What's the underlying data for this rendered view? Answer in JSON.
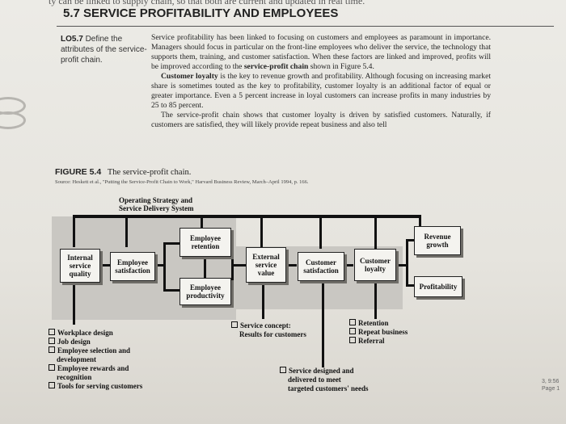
{
  "header": {
    "top_fragment": "ty can be linked to supply chain, so that both are current and updated in real time.",
    "section_title": "5.7  SERVICE PROFITABILITY AND EMPLOYEES"
  },
  "learning_objective": {
    "code": "LO5.7",
    "text": "Define the attributes of the service-profit chain."
  },
  "body": {
    "para1_lead": "Service profitability has been linked to focusing on customers and employees as paramount in importance. Managers should focus in particular on the front-line employees who deliver the service, the technology that supports them, training, and customer satisfaction. When these factors are linked and improved, profits will be improved according to the ",
    "para1_term": "service-profit chain",
    "para1_tail": " shown in Figure 5.4.",
    "para2_term": "Customer loyalty",
    "para2_text": " is the key to revenue growth and profitability. Although focusing on increasing market share is sometimes touted as the key to profitability, customer loyalty is an additional factor of equal or greater importance. Even a 5 percent increase in loyal customers can increase profits in many industries by 25 to 85 percent.",
    "para3_text": "The service-profit chain shows that customer loyalty is driven by satisfied customers. Naturally, if customers are satisfied, they will likely provide repeat business and also tell"
  },
  "figure": {
    "label": "FIGURE 5.4",
    "title": "The service-profit chain.",
    "source": "Source: Heskett et al., \"Putting the Service-Profit Chain to Work,\" Harvard Business Review, March–April 1994, p. 166."
  },
  "diagram": {
    "top_label": "Operating Strategy and Service Delivery System",
    "boxes": {
      "internal_service_quality": "Internal service quality",
      "employee_satisfaction": "Employee satisfaction",
      "employee_retention": "Employee retention",
      "employee_productivity": "Employee productivity",
      "external_service_value": "External service value",
      "customer_satisfaction": "Customer satisfaction",
      "customer_loyalty": "Customer loyalty",
      "revenue_growth": "Revenue growth",
      "profitability": "Profitability"
    },
    "workplace_list": [
      "Workplace design",
      "Job design",
      "Employee selection and development",
      "Employee rewards and recognition",
      "Tools for serving customers"
    ],
    "service_concept": [
      "Service concept:",
      "Results for customers"
    ],
    "loyalty_list": [
      "Retention",
      "Repeat business",
      "Referral"
    ],
    "service_designed": [
      "Service designed and",
      "delivered to meet",
      "targeted customers' needs"
    ]
  },
  "margin_note": [
    "3, 9:56",
    "Page 1"
  ]
}
